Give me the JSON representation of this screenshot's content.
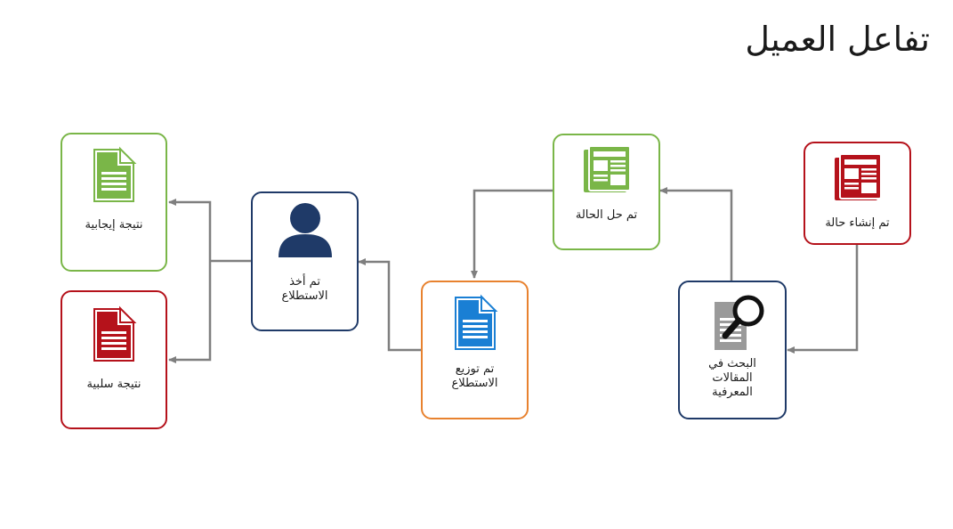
{
  "title": "تفاعل العميل",
  "colors": {
    "red": "#b5121b",
    "green": "#7ab648",
    "navy": "#1f3a68",
    "orange": "#e8822f",
    "blue": "#1a7fd4",
    "gray": "#9a9a9a",
    "arrow": "#7f7f7f"
  },
  "nodes": {
    "case_created": {
      "label": "تم إنشاء حالة",
      "icon": "newspaper-icon"
    },
    "kb_search": {
      "label": "البحث في\nالمقالات\nالمعرفية",
      "icon": "document-search-icon"
    },
    "case_resolved": {
      "label": "تم حل الحالة",
      "icon": "newspaper-icon"
    },
    "survey_sent": {
      "label": "تم توزيع\nالاستطلاع",
      "icon": "document-icon"
    },
    "survey_taken": {
      "label": "تم أخذ\nالاستطلاع",
      "icon": "person-icon"
    },
    "positive": {
      "label": "نتيجة إيجابية",
      "icon": "document-icon"
    },
    "negative": {
      "label": "نتيجة سلبية",
      "icon": "document-icon"
    }
  }
}
